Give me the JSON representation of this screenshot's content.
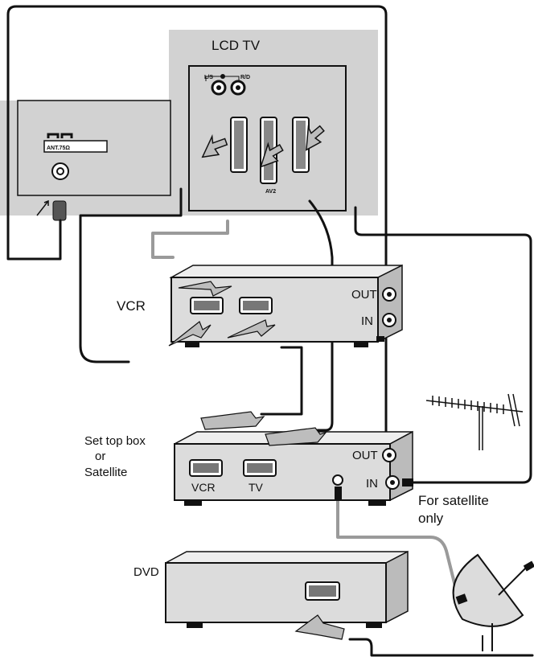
{
  "colors": {
    "tv_panel": "#d2d2d2",
    "device_face": "#dcdcdc",
    "device_top": "#eeeeee",
    "cable_black": "#111111",
    "cable_grey": "#9a9a9a",
    "arrow_fill": "#bdbdbd"
  },
  "tv": {
    "title": "LCD TV",
    "audio_label_left": "L/S",
    "audio_label_right": "R/D",
    "antenna_label": "ANT.75Ω",
    "av2_label": "AV2"
  },
  "vcr": {
    "label": "VCR",
    "out_label": "OUT",
    "in_label": "IN"
  },
  "set_top_box": {
    "label_lines": [
      "Set top box",
      "or",
      "Satellite"
    ],
    "scart_vcr_label": "VCR",
    "scart_tv_label": "TV",
    "out_label": "OUT",
    "in_label": "IN",
    "satellite_note_lines": [
      "For satellite",
      "only"
    ]
  },
  "dvd": {
    "label": "DVD"
  },
  "icons": [
    "antenna-aerial-icon",
    "satellite-dish-icon",
    "scart-plug-icon",
    "rf-connector-icon"
  ]
}
